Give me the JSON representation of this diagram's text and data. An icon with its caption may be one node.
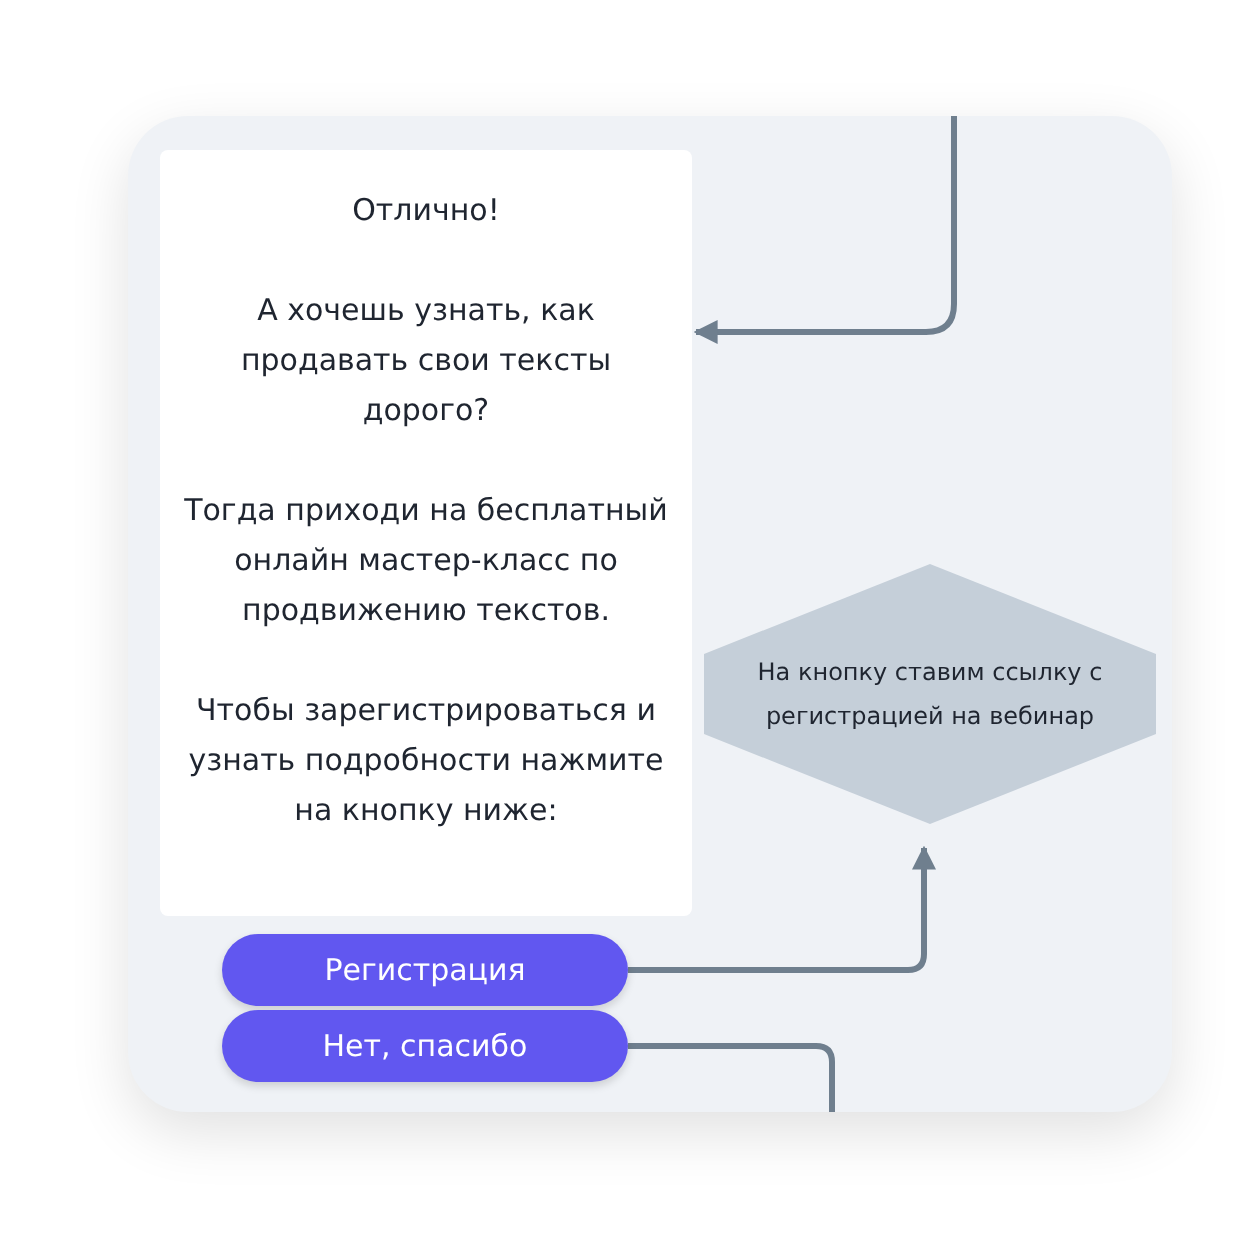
{
  "diagram": {
    "nodes": [
      {
        "text": [
          "Отлично!",
          "А хочешь узнать, как продавать свои тексты дорого?",
          "Тогда приходи на бесплатный онлайн мастер-класс по продвижению текстов.",
          "Чтобы зарегистрироваться и узнать подробности нажмите на кнопку ниже:"
        ]
      },
      {
        "text": [
          "Регистрация"
        ]
      },
      {
        "text": [
          "Нет, спасибо"
        ]
      },
      {
        "text": [
          "На кнопку ставим ссылку с регистрацией на вебинар"
        ]
      }
    ],
    "edges": [
      {
        "from": null,
        "to": 0,
        "arrow": "to"
      },
      {
        "from": 1,
        "to": 3,
        "arrow": "to"
      },
      {
        "from": 2,
        "to": null,
        "arrow": "none"
      }
    ]
  }
}
